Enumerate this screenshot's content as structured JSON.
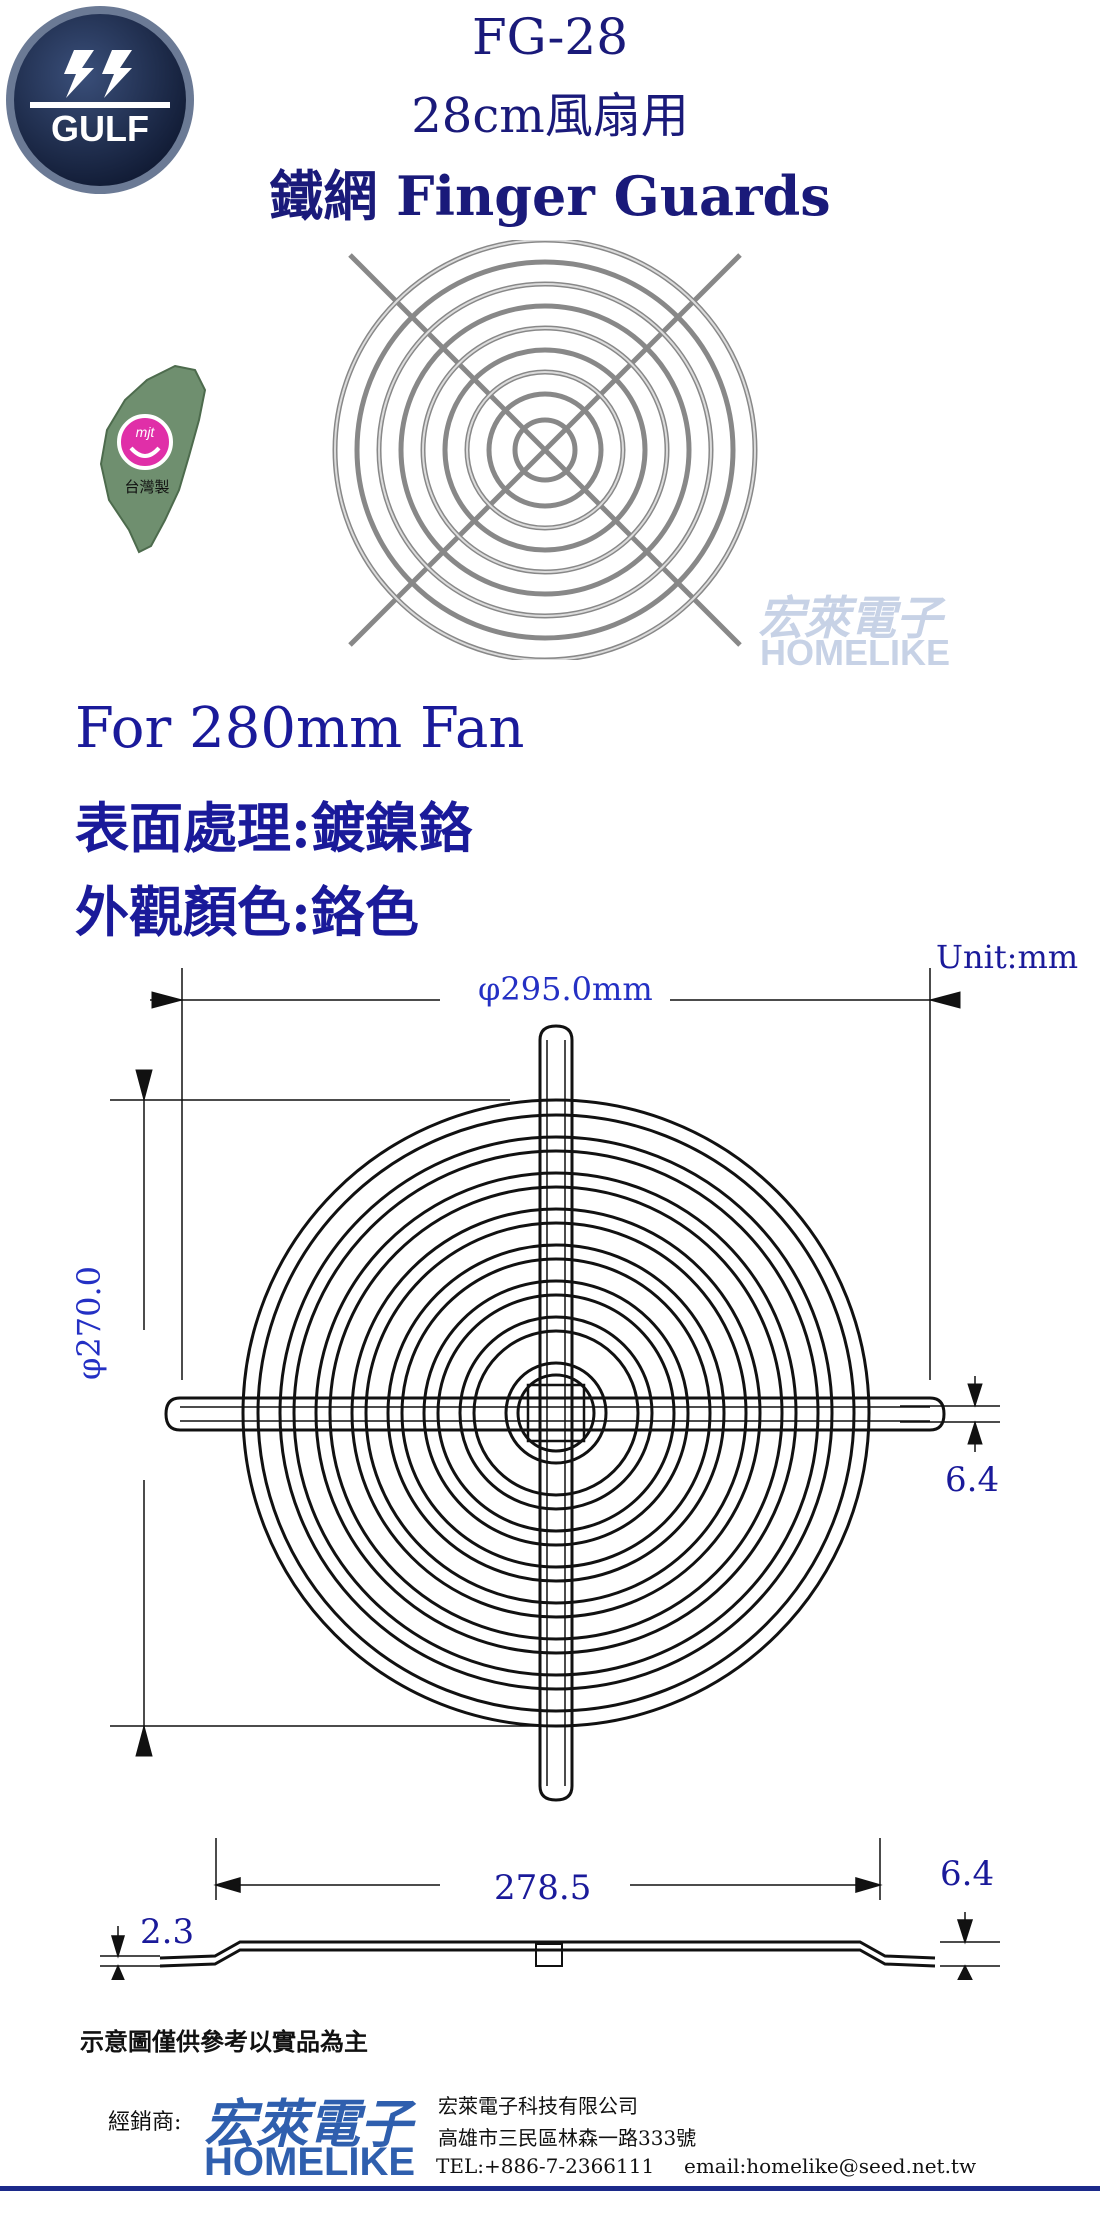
{
  "header": {
    "model": "FG-28",
    "subtitle": "28cm風扇用",
    "product_name": "鐵網 Finger Guards"
  },
  "brand": {
    "logo_text": "GULF",
    "logo_icon": "lightning-bolt-icon",
    "watermark_cn": "宏萊電子",
    "watermark_en": "HOMELIKE"
  },
  "made_in": {
    "badge_text": "mjt",
    "label": "台灣製"
  },
  "specs": {
    "fan_size": "For 280mm Fan",
    "surface_treatment": "表面處理:鍍鎳鉻",
    "color": "外觀顏色:鉻色"
  },
  "drawing": {
    "unit": "Unit:mm",
    "width_dim": "φ295.0mm",
    "height_dim": "φ270.0",
    "tab_dim": "6.4",
    "side_length": "278.5",
    "side_right": "6.4",
    "side_left": "2.3"
  },
  "footer": {
    "disclaimer": "示意圖僅供參考以實品為主",
    "dealer_label": "經銷商:",
    "dealer_cn": "宏萊電子",
    "dealer_en": "HOMELIKE",
    "company": "宏萊電子科技有限公司",
    "address": "高雄市三民區林森一路333號",
    "tel": "TEL:+886-7-2366111",
    "email": "email:homelike@seed.net.tw"
  },
  "colors": {
    "title": "#1a1a7a",
    "spec": "#1a1a9a",
    "brand_blue": "#2f5fae",
    "logo_navy": "#1c2a4a"
  }
}
